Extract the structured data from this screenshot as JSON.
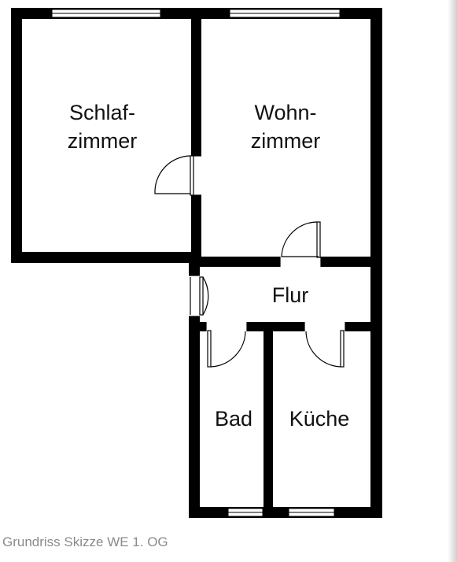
{
  "plan": {
    "rooms": {
      "schlafzimmer": {
        "line1": "Schlaf-",
        "line2": "zimmer"
      },
      "wohnzimmer": {
        "line1": "Wohn-",
        "line2": "zimmer"
      },
      "flur": {
        "label": "Flur"
      },
      "bad": {
        "label": "Bad"
      },
      "kueche": {
        "label": "Küche"
      }
    }
  },
  "caption": "Grundriss Skizze WE 1. OG",
  "colors": {
    "wall": "#000000",
    "label": "#111111",
    "caption": "#8a8a8a",
    "background": "#ffffff"
  }
}
